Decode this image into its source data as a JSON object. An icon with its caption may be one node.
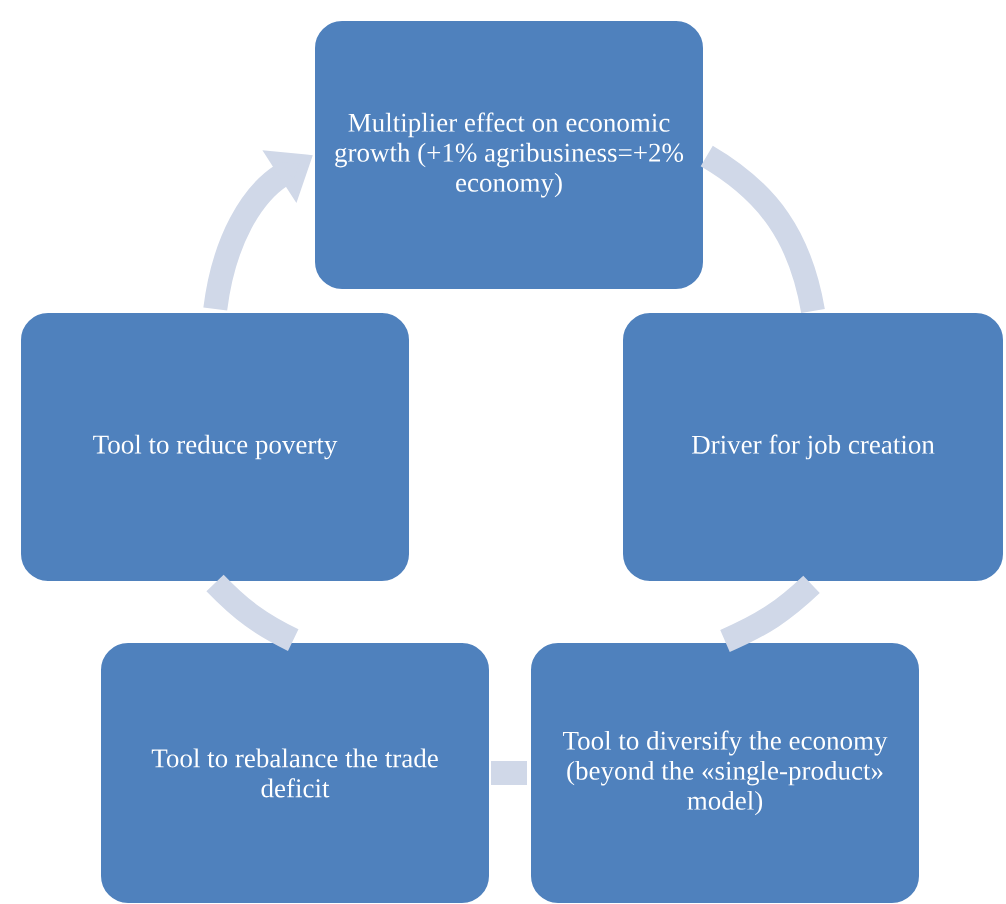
{
  "diagram": {
    "nodes": [
      {
        "text": [
          "Multiplier effect on economic growth (+1% agribusiness=+2% economy)"
        ]
      },
      {
        "text": [
          "Driver for job creation"
        ]
      },
      {
        "text": [
          "Tool to diversify the economy (beyond the «single-product» model)"
        ]
      },
      {
        "text": [
          "Tool to rebalance the trade deficit"
        ]
      },
      {
        "text": [
          "Tool to reduce poverty"
        ]
      }
    ],
    "edges": [
      {
        "from": 0,
        "to": 1,
        "arrow": "none"
      },
      {
        "from": 1,
        "to": 2,
        "arrow": "none"
      },
      {
        "from": 2,
        "to": 3,
        "arrow": "none"
      },
      {
        "from": 3,
        "to": 4,
        "arrow": "none"
      },
      {
        "from": 4,
        "to": 0,
        "arrow": "to"
      }
    ]
  }
}
